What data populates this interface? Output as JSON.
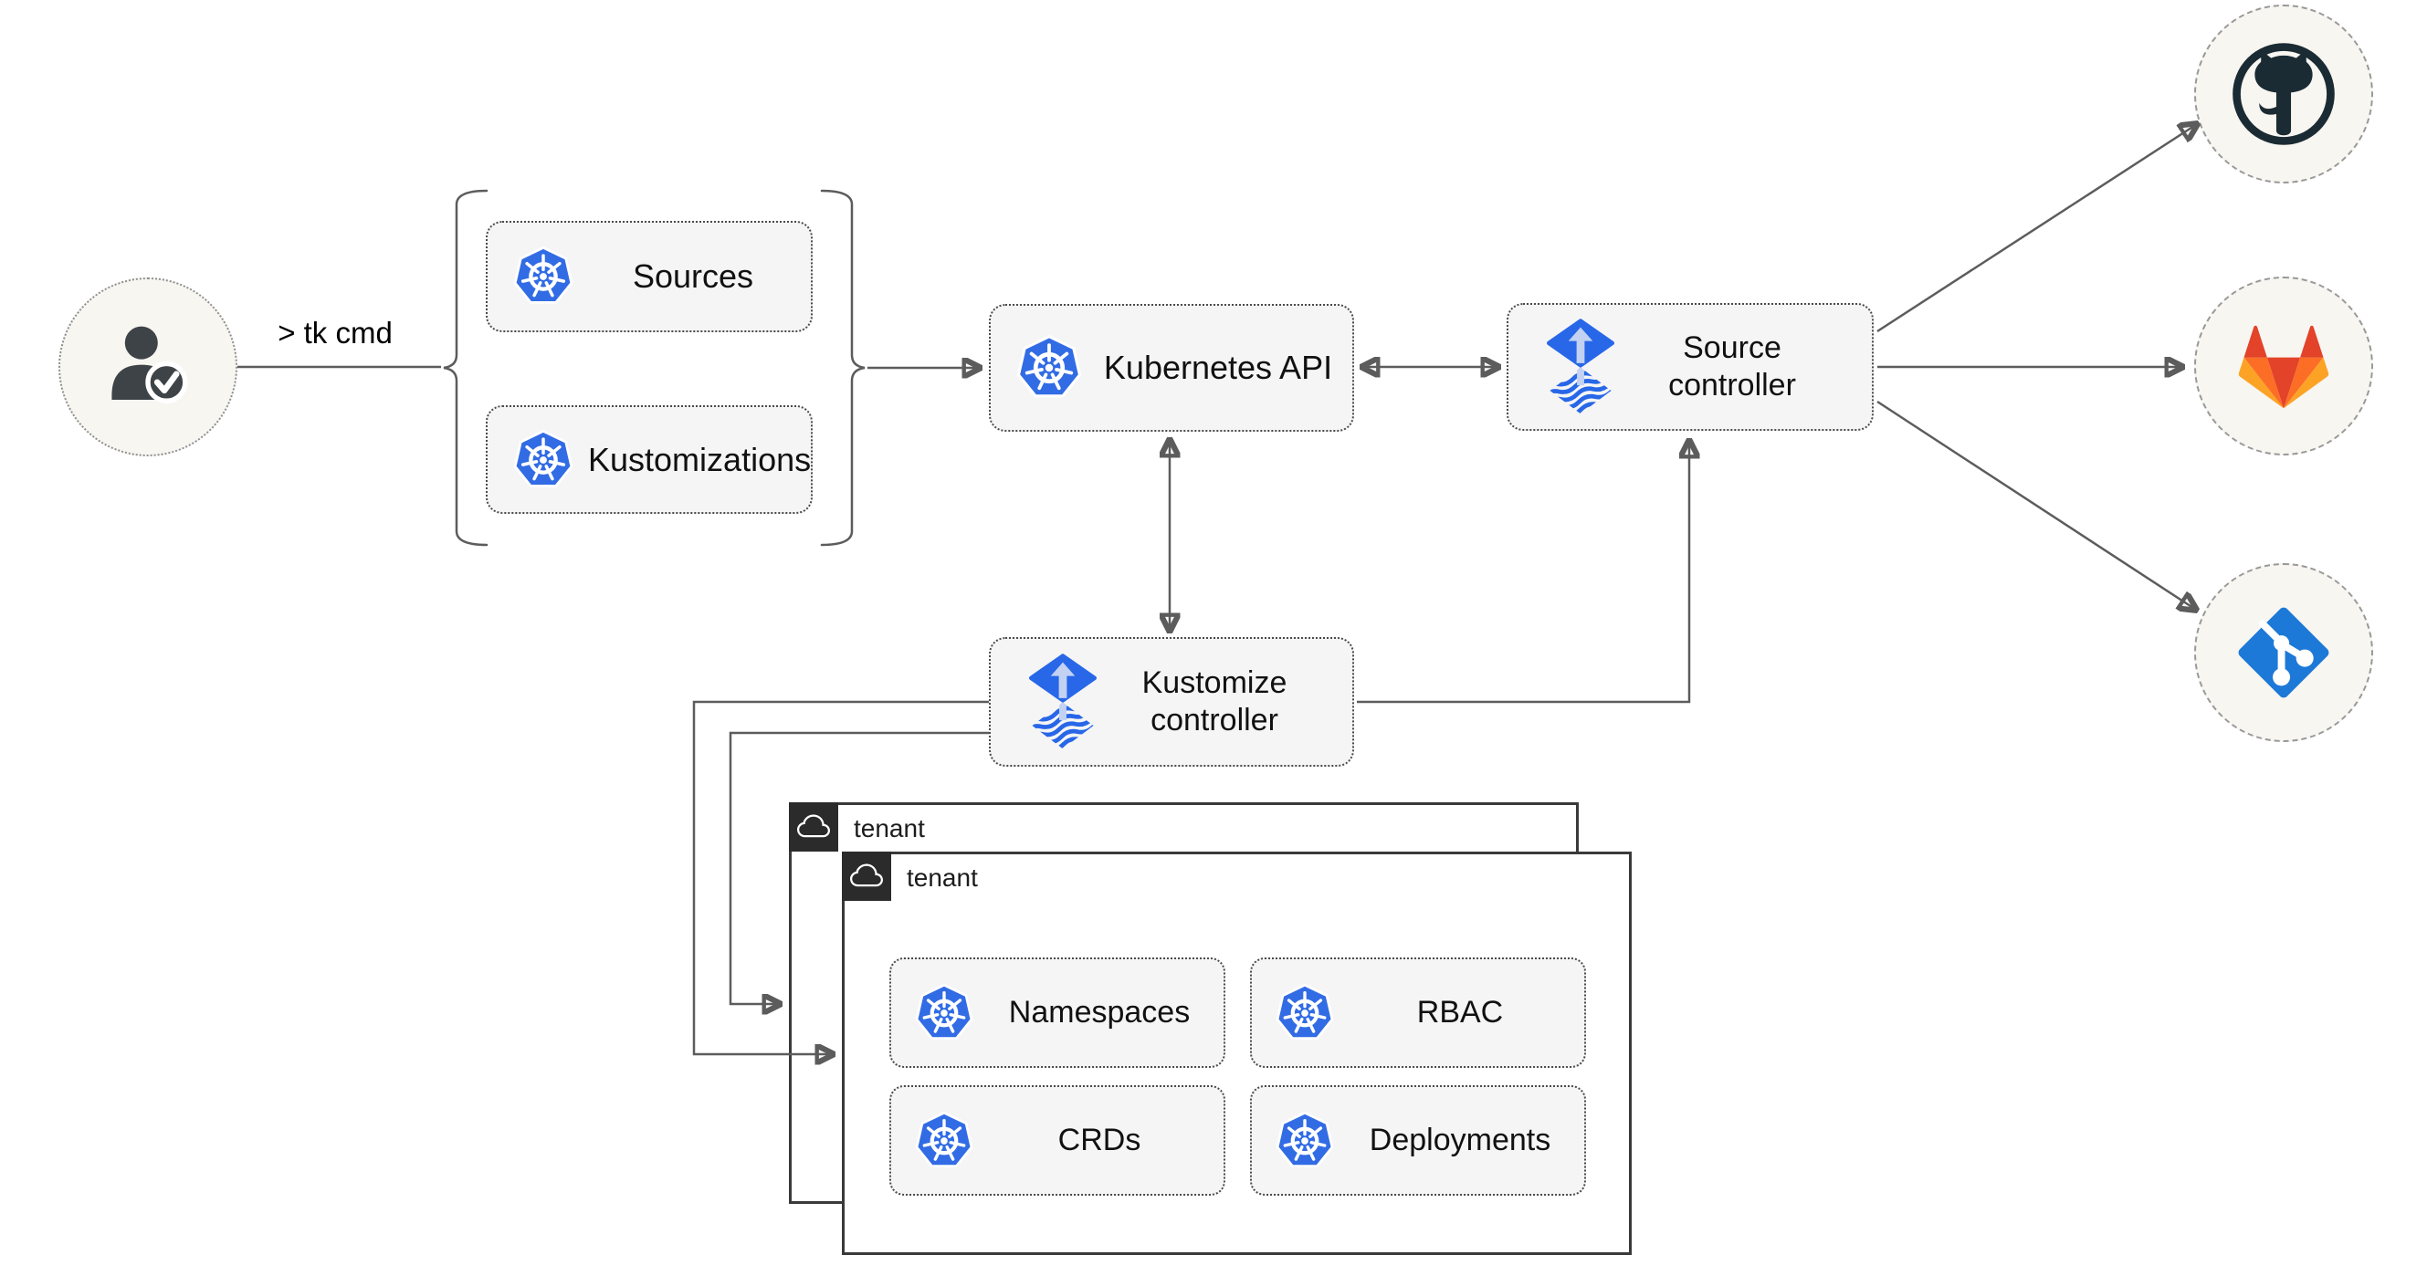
{
  "labels": {
    "tk_cmd": "> tk cmd"
  },
  "nodes": {
    "sources": "Sources",
    "kustomizations": "Kustomizations",
    "kubernetes_api": "Kubernetes API",
    "source_controller": "Source controller",
    "kustomize_controller": "Kustomize controller",
    "namespaces": "Namespaces",
    "rbac": "RBAC",
    "crds": "CRDs",
    "deployments": "Deployments"
  },
  "tenants": {
    "back": "tenant",
    "front": "tenant"
  },
  "icons": {
    "user": "user-check-icon",
    "kubernetes": "kubernetes-icon",
    "flux": "flux-controller-icon",
    "github": "github-icon",
    "gitlab": "gitlab-icon",
    "git": "git-icon",
    "cloud": "cloud-icon"
  },
  "colors": {
    "connector": "#5c5c5c",
    "node_fill": "#f5f5f5",
    "node_border": "#4a4a4a",
    "kubernetes_blue": "#326ce5",
    "flux_blue": "#2767e8",
    "flux_light": "#c3d1f3",
    "git_blue": "#1d79d7",
    "github_dark": "#1b2b34",
    "gitlab_red": "#e24329",
    "gitlab_orange": "#fc6d26",
    "gitlab_amber": "#fca326",
    "circle_fill": "#f8f6f1",
    "circle_border": "#999999",
    "tenant_border": "#3a3a3a",
    "tenant_tab": "#2b2b2b",
    "user_dark": "#3e4347"
  }
}
